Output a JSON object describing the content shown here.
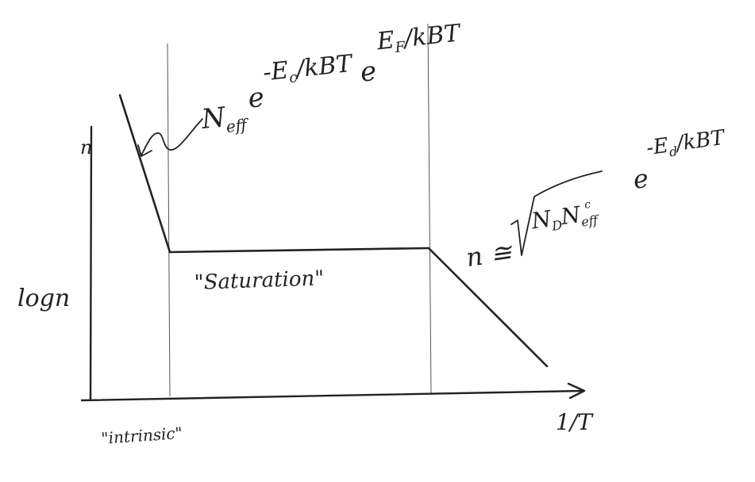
{
  "axes": {
    "y_label": "logn",
    "y_tick_label": "n",
    "x_label": "1/T"
  },
  "regions": {
    "intrinsic": "\"intrinsic\"",
    "saturation": "\"Saturation\""
  },
  "equations": {
    "intrinsic_n": {
      "prefix": "N",
      "sub": "eff",
      "exp1": "-E",
      "exp1_sub": "c",
      "exp1_tail": "/kBT",
      "e2": "e",
      "exp2": "E",
      "exp2_sub": "F",
      "exp2_tail": "/kBT"
    },
    "freezeout_n": {
      "lhs": "n ≅ √",
      "radicand": "N",
      "radicand_sub1": "D",
      "radicand_mid": "N",
      "radicand_sub2": "eff",
      "radicand_sup": "c",
      "e": "e",
      "exp": "-E",
      "exp_sub": "d",
      "exp_tail": "/kBT"
    }
  },
  "colors": {
    "ink": "#222222",
    "background": "#ffffff"
  }
}
